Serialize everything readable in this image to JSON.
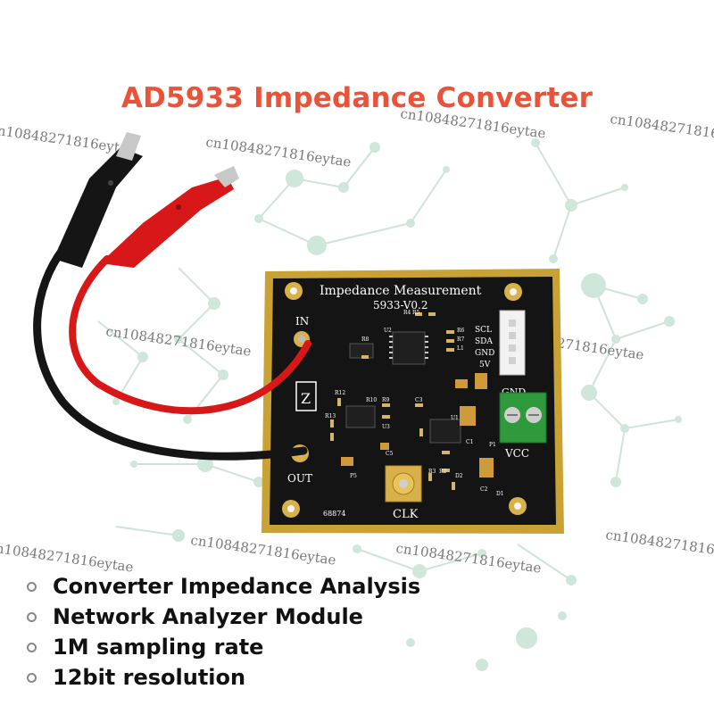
{
  "title": "AD5933 Impedance Converter",
  "colors": {
    "title": "#e8533a",
    "board": "#141414",
    "rim": "#c9a235",
    "red_lead": "#d81818",
    "black_lead": "#151515",
    "terminal": "#2e9a3c"
  },
  "watermark": "cn10848271816eytae",
  "board": {
    "heading": "Impedance Measurement",
    "version": "5933-V0.2",
    "in_label": "IN",
    "out_label": "OUT",
    "clk_label": "CLK",
    "vcc_label": "VCC",
    "gnd_label": "GND",
    "pin_labels": [
      "SCL",
      "SDA",
      "GND",
      "5V"
    ],
    "serial": "68874",
    "z_symbol": "Z",
    "parts": [
      "R4",
      "R5",
      "U2",
      "R6",
      "R7",
      "L1",
      "R8",
      "R12",
      "R13",
      "R9",
      "R10",
      "C3",
      "U3",
      "C5",
      "U1",
      "R3",
      "R2",
      "C1",
      "C2",
      "P5",
      "D1",
      "D2",
      "P1"
    ]
  },
  "features": [
    "Converter Impedance Analysis",
    "Network Analyzer Module",
    "1M sampling rate",
    "12bit resolution"
  ]
}
